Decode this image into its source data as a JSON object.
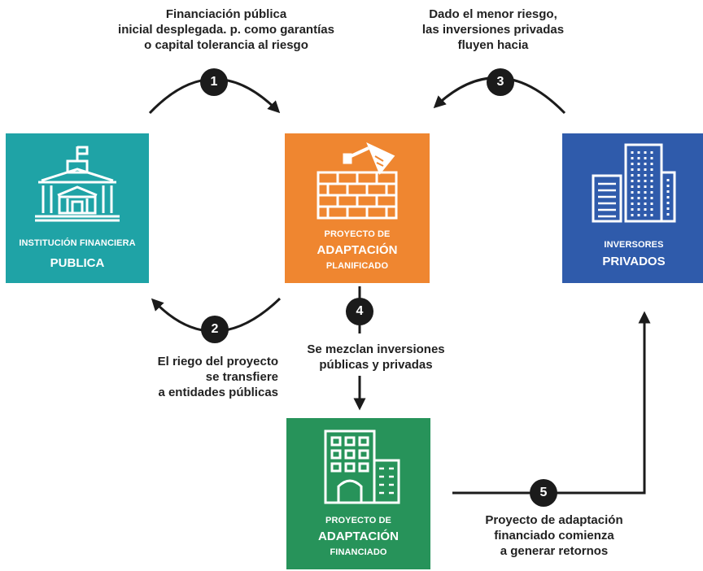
{
  "steps": [
    {
      "number": "1",
      "lines": [
        "Financiación pública",
        "inicial desplegada. p. como garantías",
        "o capital tolerancia al riesgo"
      ]
    },
    {
      "number": "2",
      "lines": [
        "El riego del proyecto",
        "se transfiere",
        "a entidades públicas"
      ]
    },
    {
      "number": "3",
      "lines": [
        "Dado el menor riesgo,",
        "las inversiones privadas",
        "fluyen hacia"
      ]
    },
    {
      "number": "4",
      "lines": [
        "Se mezclan inversiones",
        "públicas y privadas"
      ]
    },
    {
      "number": "5",
      "lines": [
        "Proyecto de adaptación",
        "financiado comienza",
        "a generar retornos"
      ]
    }
  ],
  "boxes": {
    "publica": {
      "small": "INSTITUCIÓN FINANCIERA",
      "big": "PUBLICA",
      "color": "#1fa3a6",
      "icon": "government-building-icon"
    },
    "proyecto": {
      "small_top": "PROYECTO DE",
      "big": "ADAPTACIÓN",
      "small_bottom": "PLANIFICADO",
      "color": "#ef8630",
      "icon": "brick-wall-trowel-icon"
    },
    "inversores": {
      "small": "INVERSORES",
      "big": "PRIVADOS",
      "color": "#2f5bab",
      "icon": "skyscrapers-icon"
    },
    "financiado": {
      "small_top": "PROYECTO DE",
      "big": "ADAPTACIÓN",
      "small_bottom": "FINANCIADO",
      "color": "#27935a",
      "icon": "office-building-icon"
    }
  }
}
